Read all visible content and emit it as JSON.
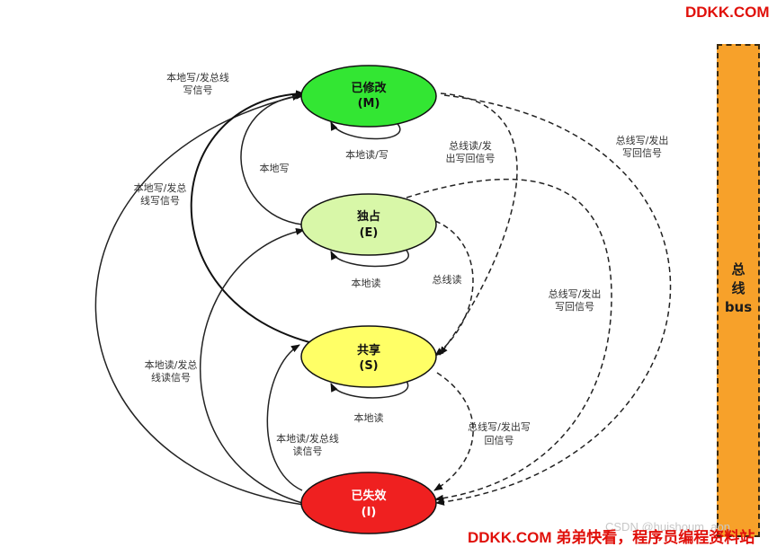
{
  "watermark_top": "DDKK.COM",
  "watermark_bottom": "DDKK.COM 弟弟快看，程序员编程资料站",
  "watermark_csdn": "CSDN @huishoum_aon",
  "bus": {
    "line1": "总",
    "line2": "线",
    "line3": "bus",
    "fill": "#f7a12a"
  },
  "states": {
    "M": {
      "name": "已修改",
      "code": "(M)",
      "fill": "#33e633"
    },
    "E": {
      "name": "独占",
      "code": "(E)",
      "fill": "#d8f7a8"
    },
    "S": {
      "name": "共享",
      "code": "(S)",
      "fill": "#ffff66"
    },
    "I": {
      "name": "已失效",
      "code": "(I)",
      "fill": "#ef2020"
    }
  },
  "labels": {
    "i_to_m_1": "本地写/发总线",
    "i_to_m_2": "写信号",
    "m_self": "本地读/写",
    "e_to_m": "本地写",
    "s_to_m_1": "本地写/发总",
    "s_to_m_2": "线写信号",
    "m_to_s_1": "总线读/发",
    "m_to_s_2": "出写回信号",
    "m_to_i_1": "总线写/发出",
    "m_to_i_2": "写回信号",
    "e_self": "本地读",
    "e_to_s": "总线读",
    "e_to_i_1": "总线写/发出",
    "e_to_i_2": "写回信号",
    "i_to_e_1": "本地读/发总",
    "i_to_e_2": "线读信号",
    "s_self": "本地读",
    "s_to_i_1": "总线写/发出写",
    "s_to_i_2": "回信号",
    "i_to_s_1": "本地读/发总线",
    "i_to_s_2": "读信号"
  }
}
